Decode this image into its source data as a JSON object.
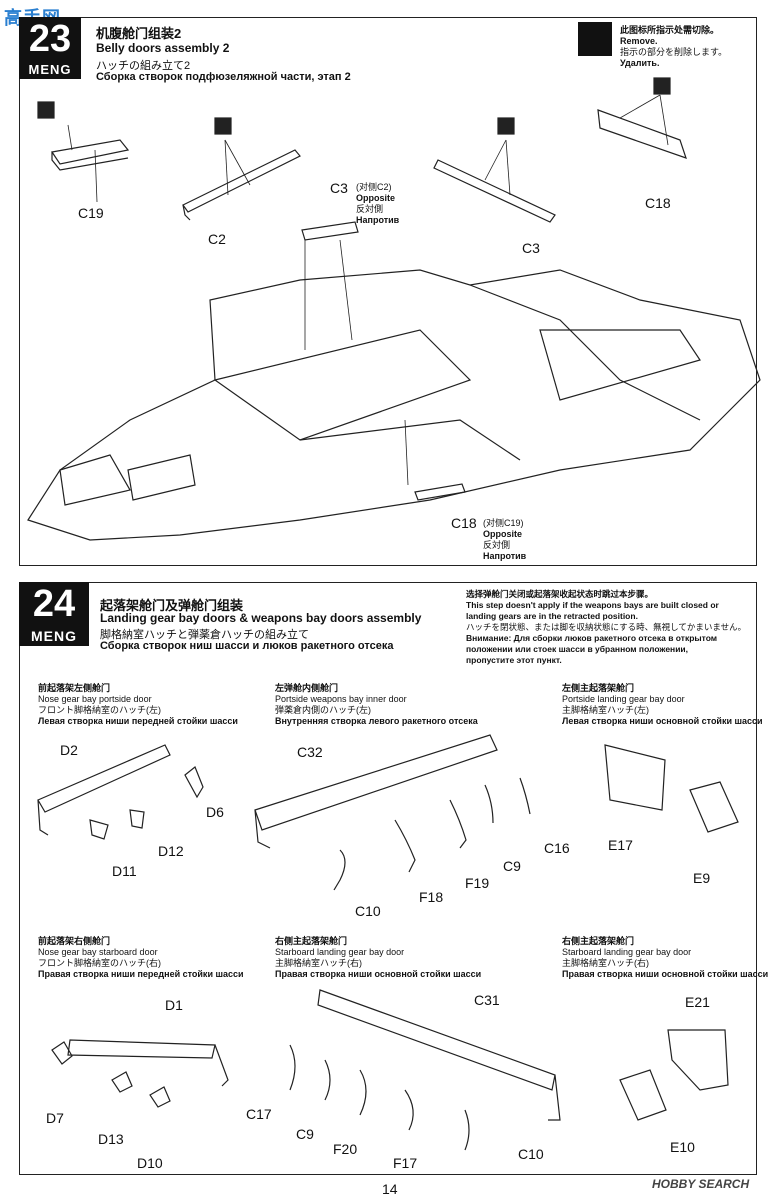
{
  "watermark_top": "高手网",
  "step23": {
    "number": "23",
    "brand": "MENG",
    "title_cn": "机腹舱门组装2",
    "title_en": "Belly doors assembly 2",
    "title_jp": "ハッチの組み立て2",
    "title_ru": "Сборка створок подфюзеляжной части, этап 2",
    "remove_note": [
      "此图标所指示处需切除。",
      "Remove.",
      "指示の部分を削除します。",
      "Удалить."
    ],
    "parts": {
      "c19": "C19",
      "c2": "C2",
      "c3_left": "C3",
      "c3_left_note": "(对侧C2)",
      "c3_left_opp": [
        "Opposite",
        "反対側",
        "Напротив"
      ],
      "c18_top": "C18",
      "c3_right": "C3",
      "c18_bottom": "C18",
      "c18_bottom_note": "(对侧C19)",
      "c18_bottom_opp": [
        "Opposite",
        "反対側",
        "Напротив"
      ]
    }
  },
  "step24": {
    "number": "24",
    "brand": "MENG",
    "title_cn": "起落架舱门及弹舱门组装",
    "title_en": "Landing gear bay doors & weapons bay doors assembly",
    "title_jp": "脚格納室ハッチと弾薬倉ハッチの組み立て",
    "title_ru": "Сборка створок ниш шасси и люков ракетного отсека",
    "note": [
      "选择弹舱门关闭或起落架收起状态时跳过本步骤。",
      "This step doesn't apply if the weapons bays are built closed or",
      "landing gears are in the retracted position.",
      "ハッチを閉状態、または脚を収納状態にする時、無視してかまいません。",
      "Внимание: Для сборки люков ракетного отсека в открытом",
      "положении или стоек шасси в убранном положении,",
      "пропустите этот пункт."
    ],
    "groups": [
      {
        "cn": "前起落架左侧舱门",
        "en": "Nose gear bay portside door",
        "jp": "フロント脚格納室のハッチ(左)",
        "ru": "Левая створка ниши передней стойки шасси",
        "labels": [
          "D2",
          "D6",
          "D12",
          "D11"
        ]
      },
      {
        "cn": "左弹舱内侧舱门",
        "en": "Portside weapons bay inner door",
        "jp": "弾薬倉内側のハッチ(左)",
        "ru": "Внутренняя створка левого ракетного отсека",
        "labels": [
          "C32",
          "C16",
          "C9",
          "F19",
          "F18",
          "C10"
        ]
      },
      {
        "cn": "左侧主起落架舱门",
        "en": "Portside landing gear bay door",
        "jp": "主脚格納室ハッチ(左)",
        "ru": "Левая створка ниши основной стойки шасси",
        "labels": [
          "E17",
          "E9"
        ]
      },
      {
        "cn": "前起落架右侧舱门",
        "en": "Nose gear bay starboard door",
        "jp": "フロント脚格納室のハッチ(右)",
        "ru": "Правая створка ниши передней стойки шасси",
        "labels": [
          "D1",
          "D7",
          "D13",
          "D10"
        ]
      },
      {
        "cn": "右侧主起落架舱门",
        "en": "Starboard  landing gear bay door",
        "jp": "主脚格納室ハッチ(右)",
        "ru": "Правая створка ниши основной стойки шасси",
        "labels": [
          "C31",
          "C17",
          "C9",
          "F20",
          "F17",
          "C10"
        ]
      },
      {
        "cn": "右侧主起落架舱门",
        "en": "Starboard  landing gear bay door",
        "jp": "主脚格納室ハッチ(右)",
        "ru": "Правая створка ниши основной стойки шасси",
        "labels": [
          "E21",
          "E10"
        ]
      }
    ]
  },
  "page_number": "14",
  "watermark_bottom": "HOBBY SEARCH"
}
